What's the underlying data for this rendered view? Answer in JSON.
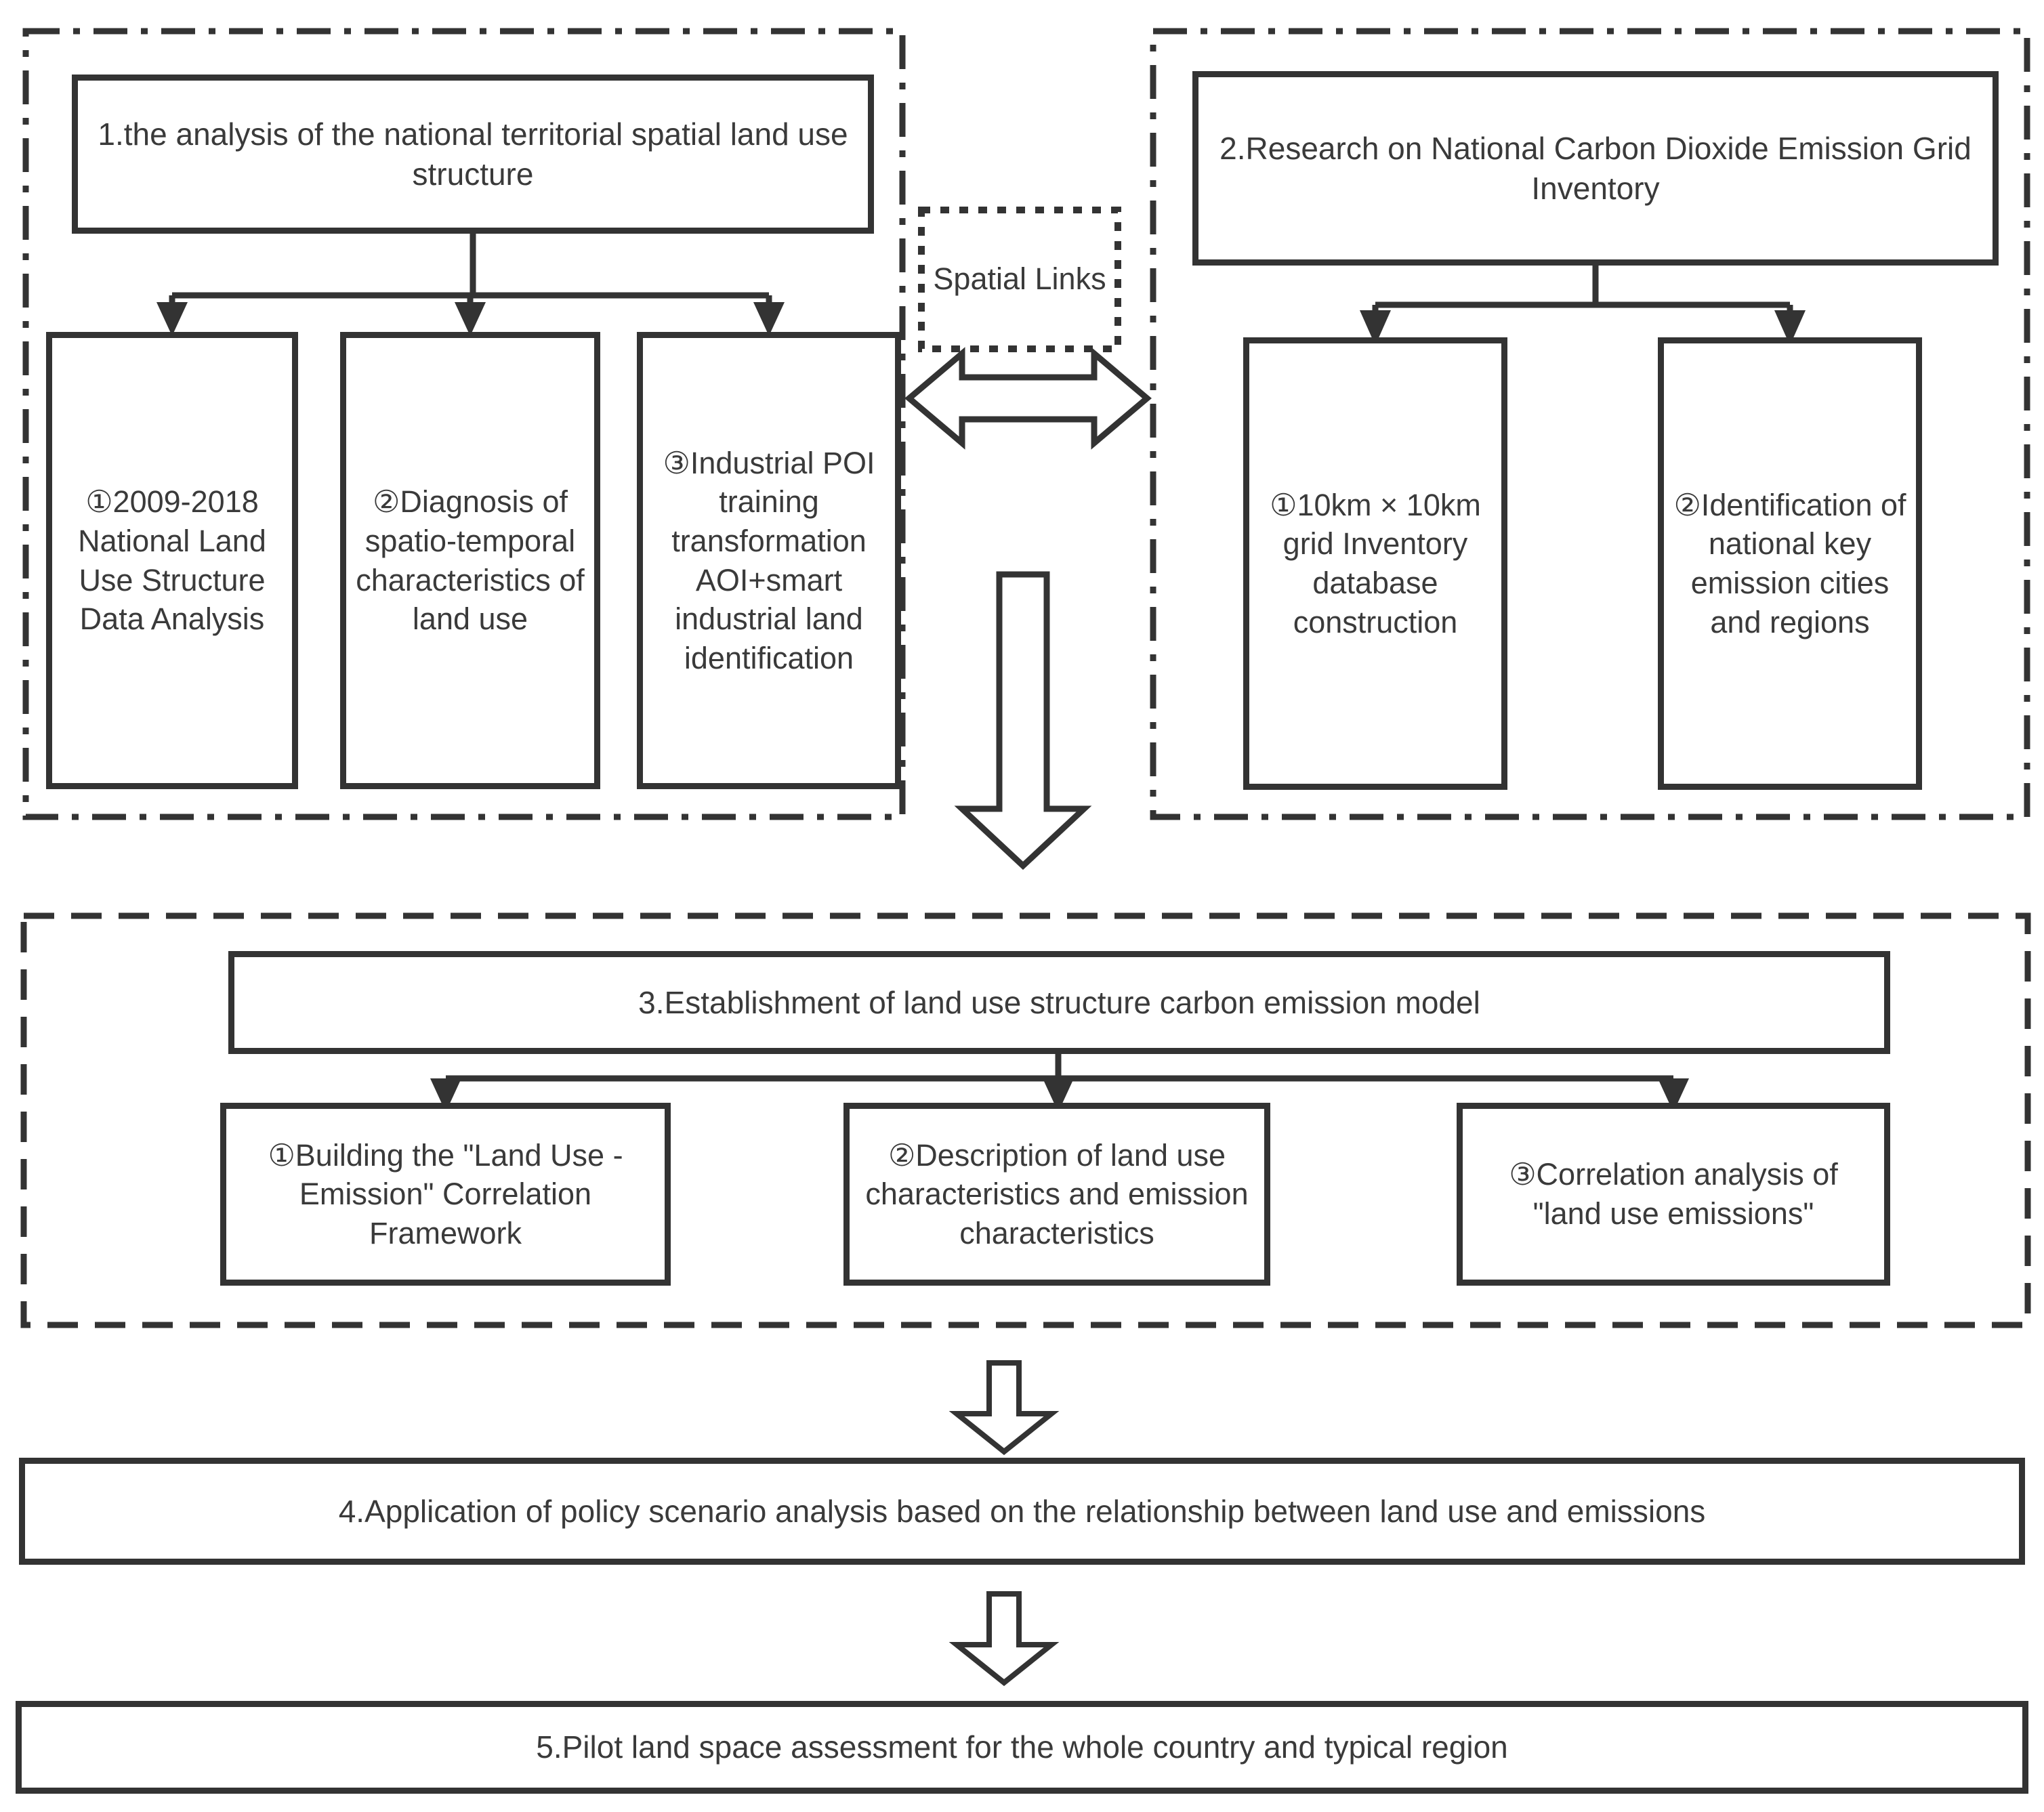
{
  "colors": {
    "stroke": "#333333",
    "text": "#3a3a3a",
    "background": "#ffffff"
  },
  "section1": {
    "title": "1.the analysis of the national territorial spatial land use structure",
    "items": [
      "①2009-2018 National Land Use Structure Data Analysis",
      "②Diagnosis of spatio-temporal characteristics of land use",
      "③Industrial POI training transformation\nAOI+smart industrial land identification"
    ]
  },
  "spatial_links": {
    "label": "Spatial Links"
  },
  "section2": {
    "title": "2.Research on National Carbon Dioxide Emission Grid Inventory",
    "items": [
      "①10km × 10km grid Inventory database construction",
      "②Identification of national key emission cities and regions"
    ]
  },
  "section3": {
    "title": "3.Establishment of land use structure carbon emission model",
    "items": [
      "①Building the \"Land Use - Emission\" Correlation Framework",
      "②Description of land use characteristics and emission characteristics",
      "③Correlation analysis of \"land use emissions\""
    ]
  },
  "section4": {
    "title": "4.Application of policy scenario analysis based on the relationship between land use and emissions"
  },
  "section5": {
    "title": "5.Pilot land space assessment for the whole country and typical region"
  }
}
